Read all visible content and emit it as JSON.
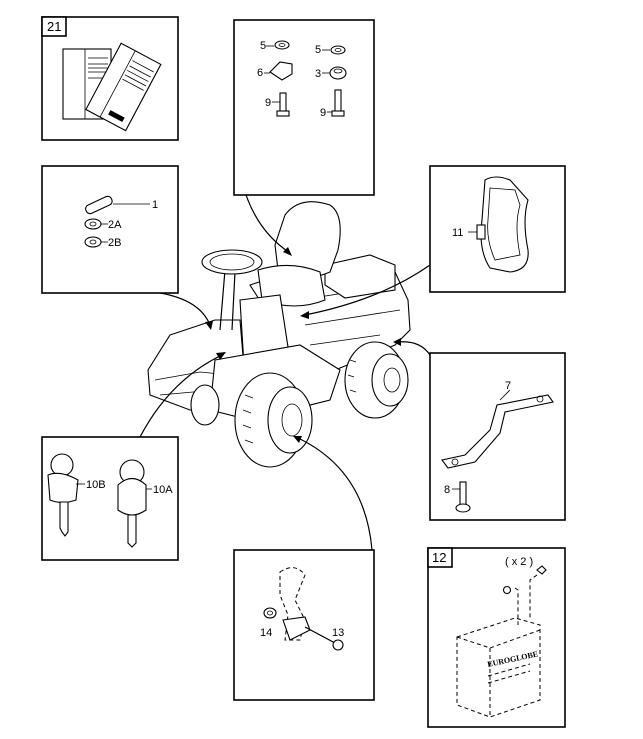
{
  "callouts": {
    "manual_box": "21",
    "battery_box": "12",
    "battery_qty": "( x 2 )",
    "seat_left": [
      "5",
      "6",
      "9"
    ],
    "seat_right": [
      "5",
      "3",
      "9"
    ],
    "pin": "1",
    "washer_a": "2A",
    "washer_b": "2B",
    "handle": "11",
    "bracket": "7",
    "bolt": "8",
    "key_b": "10B",
    "key_a": "10A",
    "clamp_nut": "14",
    "clamp_bolt": "13"
  },
  "battery_brand": "EUROGLOBE"
}
